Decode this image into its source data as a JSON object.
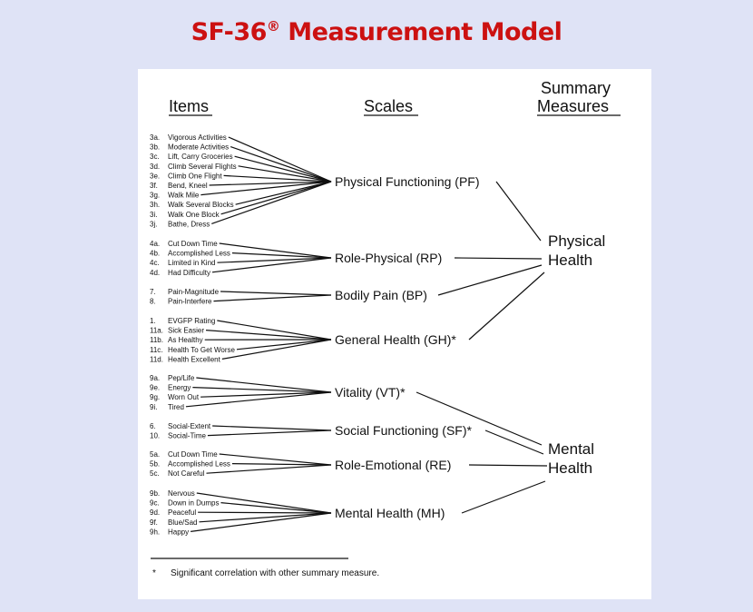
{
  "title": {
    "main": "SF-36",
    "reg": "®",
    "rest": " Measurement Model"
  },
  "headers": {
    "items": "Items",
    "scales": "Scales",
    "summary_1": "Summary",
    "summary_2": "Measures"
  },
  "scales": [
    {
      "name": "Physical Functioning (PF)",
      "items": [
        "3a.|Vigorous Activities",
        "3b.|Moderate Activities",
        "3c.|Lift, Carry Groceries",
        "3d.|Climb Several Flights",
        "3e.|Climb One Flight",
        "3f.|Bend, Kneel",
        "3g.|Walk Mile",
        "3h.|Walk Several Blocks",
        "3i.|Walk One Block",
        "3j.|Bathe, Dress"
      ]
    },
    {
      "name": "Role-Physical (RP)",
      "items": [
        "4a.|Cut Down Time",
        "4b.|Accomplished Less",
        "4c.|Limited in Kind",
        "4d.|Had Difficulty"
      ]
    },
    {
      "name": "Bodily Pain (BP)",
      "items": [
        "7.|Pain-Magnitude",
        "8.|Pain-Interfere"
      ]
    },
    {
      "name": "General Health (GH)*",
      "items": [
        "1.|EVGFP Rating",
        "11a.|Sick Easier",
        "11b.|As Healthy",
        "11c.|Health To Get Worse",
        "11d.|Health Excellent"
      ]
    },
    {
      "name": "Vitality (VT)*",
      "items": [
        "9a.|Pep/Life",
        "9e.|Energy",
        "9g.|Worn Out",
        "9i.|Tired"
      ]
    },
    {
      "name": "Social Functioning (SF)*",
      "items": [
        "6.|Social-Extent",
        "10.|Social-Time"
      ]
    },
    {
      "name": "Role-Emotional (RE)",
      "items": [
        "5a.|Cut Down Time",
        "5b.|Accomplished Less",
        "5c.|Not Careful"
      ]
    },
    {
      "name": "Mental Health (MH)",
      "items": [
        "9b.|Nervous",
        "9c.|Down in Dumps",
        "9d.|Peaceful",
        "9f.|Blue/Sad",
        "9h.|Happy"
      ]
    }
  ],
  "summary": [
    {
      "line1": "Physical",
      "line2": "Health"
    },
    {
      "line1": "Mental",
      "line2": "Health"
    }
  ],
  "footnote": {
    "mark": "*",
    "text": "Significant correlation with other summary measure."
  }
}
